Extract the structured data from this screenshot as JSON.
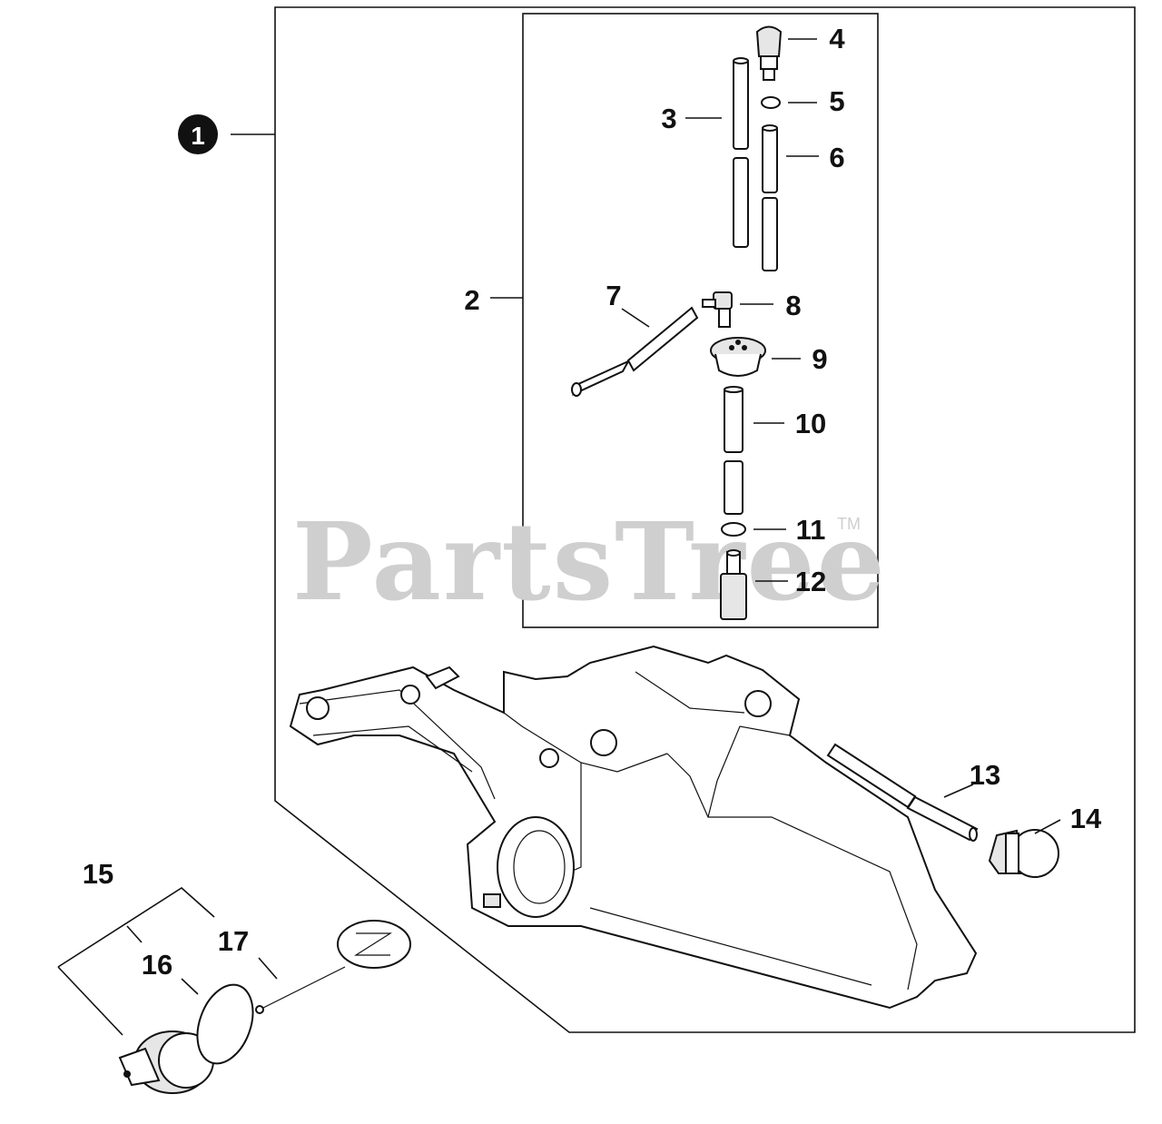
{
  "watermark": {
    "text": "PartsTree",
    "tm": "TM"
  },
  "callouts": {
    "c1": "1",
    "c2": "2",
    "c3": "3",
    "c4": "4",
    "c5": "5",
    "c6": "6",
    "c7": "7",
    "c8": "8",
    "c9": "9",
    "c10": "10",
    "c11": "11",
    "c12": "12",
    "c13": "13",
    "c14": "14",
    "c15": "15",
    "c16": "16",
    "c17": "17"
  },
  "colors": {
    "line": "#111111",
    "watermark": "#cfcfcf",
    "background": "#ffffff"
  }
}
